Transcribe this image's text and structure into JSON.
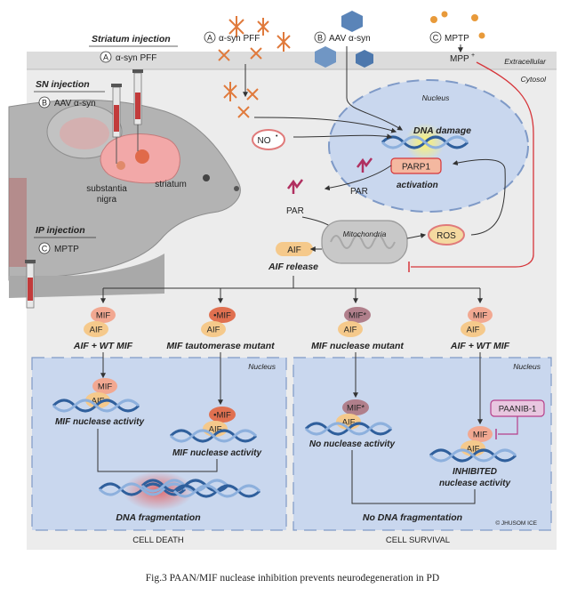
{
  "injections": {
    "striatum_title": "Striatum injection",
    "striatum_agent": "α-syn PFF",
    "sn_title": "SN injection",
    "sn_agent": "AAV α-syn",
    "ip_title": "IP injection",
    "ip_agent": "MPTP",
    "marker_a": "A",
    "marker_b": "B",
    "marker_c": "C"
  },
  "top_agents": {
    "a": "α-syn PFF",
    "b": "AAV α-syn",
    "c": "MPTP",
    "mpp": "MPP",
    "mpp_sup": "+"
  },
  "compartments": {
    "extracellular": "Extracellular",
    "cytosol": "Cytosol",
    "nucleus": "Nucleus"
  },
  "brain": {
    "substantia": "substantia",
    "nigra": "nigra",
    "striatum": "striatum"
  },
  "pathway": {
    "no": "NO",
    "no_sup": "•",
    "dna_damage": "DNA damage",
    "parp1": "PARP1",
    "activation": "activation",
    "par_nuclear": "PAR",
    "par_cyto": "PAR",
    "mitochondria": "Mitochondria",
    "ros": "ROS",
    "aif": "AIF",
    "aif_release": "AIF release"
  },
  "variants": {
    "v1_label": "AIF + WT MIF",
    "v2_label": "MIF tautomerase mutant",
    "v3_label": "MIF nuclease mutant",
    "v4_label": "AIF + WT MIF",
    "mif": "MIF",
    "aif": "AIF",
    "mif_dot": "•MIF",
    "mif_star": "MIF*"
  },
  "left_nucleus": {
    "label": "Nucleus",
    "activity_a": "MIF nuclease activity",
    "activity_b": "MIF nuclease activity",
    "fragmentation": "DNA fragmentation",
    "outcome": "CELL DEATH"
  },
  "right_nucleus": {
    "label": "Nucleus",
    "no_activity": "No nuclease activity",
    "inhibitor": "PAANIB-1",
    "inhibited_1": "INHIBITED",
    "inhibited_2": "nuclease activity",
    "no_fragmentation": "No DNA fragmentation",
    "outcome": "CELL SURVIVAL",
    "signature": "© JHUSOM ICE"
  },
  "caption": "Fig.3 PAAN/MIF nuclease inhibition prevents neurodegeneration in PD",
  "colors": {
    "nucleus_fill": "#c9d7ee",
    "nucleus_dash": "#7f9ac7",
    "aif_fill": "#f5c98b",
    "mif_fill": "#f2a891",
    "mif_star_fill": "#b07f8b",
    "red_line": "#d6353a",
    "fragment_glow": "#e87a7a"
  }
}
